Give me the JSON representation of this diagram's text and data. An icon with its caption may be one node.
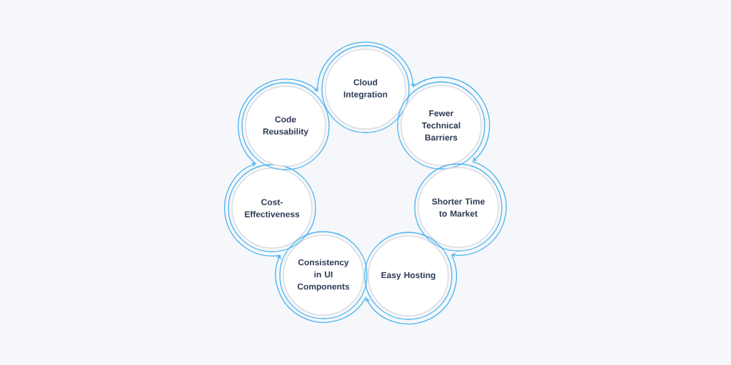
{
  "diagram": {
    "nodes": [
      {
        "text": [
          "Cloud Integration"
        ]
      },
      {
        "text": [
          "Fewer Technical Barriers"
        ]
      },
      {
        "text": [
          "Shorter Time to Market"
        ]
      },
      {
        "text": [
          "Easy Hosting"
        ]
      },
      {
        "text": [
          "Consistency in UI Components"
        ]
      },
      {
        "text": [
          "Cost-Effectiveness"
        ]
      },
      {
        "text": [
          "Code Reusability"
        ]
      }
    ],
    "edges": [
      {
        "from": 0,
        "to": 1,
        "arrow": "to"
      },
      {
        "from": 1,
        "to": 2,
        "arrow": "to"
      },
      {
        "from": 2,
        "to": 3,
        "arrow": "to"
      },
      {
        "from": 3,
        "to": 4,
        "arrow": "to"
      },
      {
        "from": 4,
        "to": 5,
        "arrow": "to"
      },
      {
        "from": 5,
        "to": 6,
        "arrow": "to"
      },
      {
        "from": 6,
        "to": 0,
        "arrow": "to"
      }
    ]
  }
}
